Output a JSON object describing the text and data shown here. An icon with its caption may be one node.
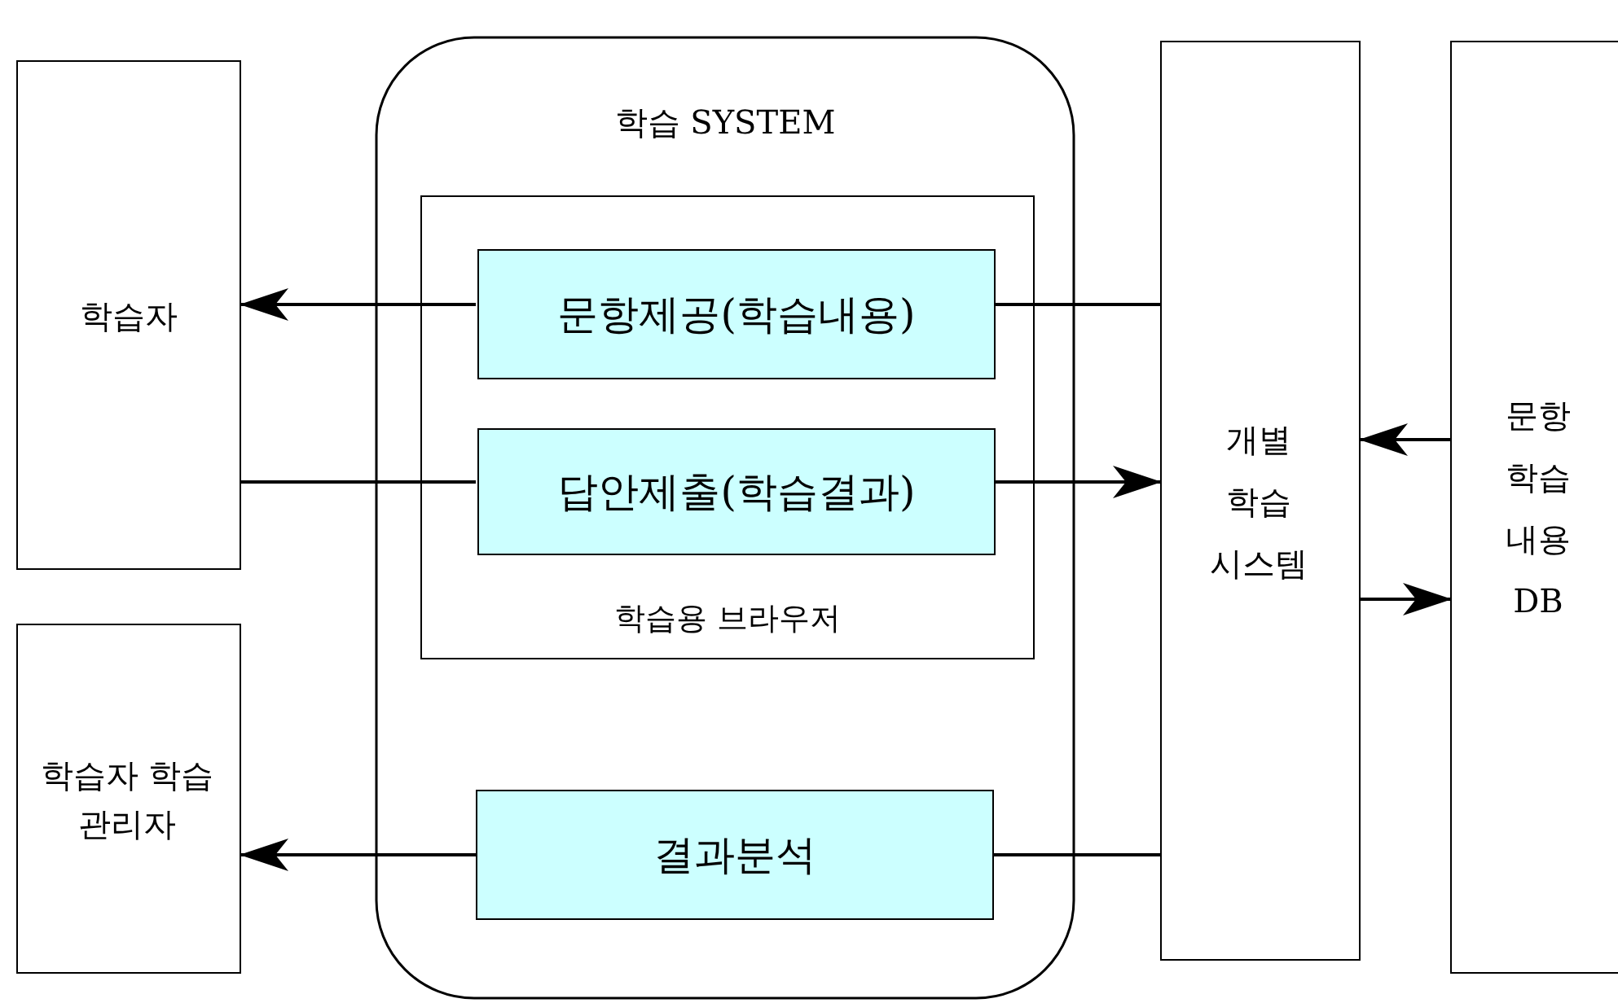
{
  "diagram": {
    "nodes": [
      {
        "text": [
          "학습자"
        ]
      },
      {
        "text": [
          "학습자 학습관리자"
        ]
      },
      {
        "text": [
          "학습 SYSTEM"
        ]
      },
      {
        "text": [
          "학습용 브라우저"
        ],
        "in": 2
      },
      {
        "text": [
          "문항제공(학습내용)"
        ],
        "in": 3
      },
      {
        "text": [
          "답안제출(학습결과)"
        ],
        "in": 3
      },
      {
        "text": [
          "결과분석"
        ],
        "in": 2
      },
      {
        "text": [
          "개별 학습 시스템"
        ]
      },
      {
        "text": [
          "문항 학습 내용 DB"
        ]
      }
    ],
    "edges": [
      {
        "from": 7,
        "to": 4,
        "arrow": "none"
      },
      {
        "from": 4,
        "to": 0,
        "arrow": "to"
      },
      {
        "from": 0,
        "to": 5,
        "arrow": "none"
      },
      {
        "from": 5,
        "to": 7,
        "arrow": "to"
      },
      {
        "from": 8,
        "to": 7,
        "arrow": "to"
      },
      {
        "from": 7,
        "to": 8,
        "arrow": "to"
      },
      {
        "from": 7,
        "to": 6,
        "arrow": "none"
      },
      {
        "from": 6,
        "to": 1,
        "arrow": "to"
      }
    ]
  }
}
